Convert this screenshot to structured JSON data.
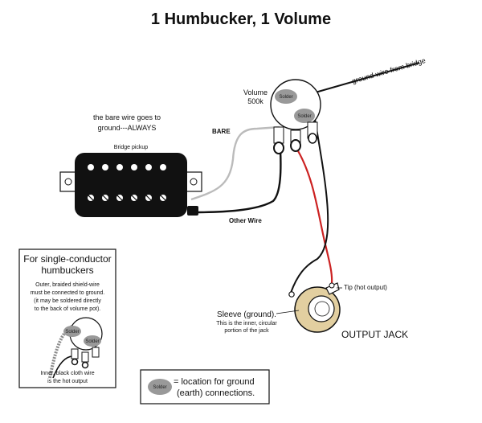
{
  "title": "1 Humbucker, 1 Volume",
  "pickup": {
    "label": "Bridge pickup"
  },
  "bare_note": [
    "the bare wire goes to",
    "ground---ALWAYS"
  ],
  "wires": {
    "bare": "BARE",
    "other": "Other Wire",
    "ground_from_bridge": "ground wire from bridge"
  },
  "volume": {
    "label_line1": "Volume",
    "label_line2": "500k"
  },
  "solder": "Solder",
  "jack": {
    "tip_label": "Tip (hot output)",
    "sleeve_lines": [
      "Sleeve (ground).",
      "This is the inner, circular",
      "portion of the jack"
    ],
    "title": "OUTPUT JACK"
  },
  "inset": {
    "heading": [
      "For single-conductor",
      "humbuckers"
    ],
    "outer_text": [
      "Outer, braided shield-wire",
      "must be connected to ground.",
      "(it may be soldered directly",
      "to the back of volume pot)."
    ],
    "inner_text": [
      "Inner, black cloth wire",
      "is the hot output"
    ]
  },
  "legend": {
    "lines": [
      "= location for ground",
      "(earth) connections."
    ]
  },
  "colors": {
    "hot_wire": "#cc2222",
    "bare_wire": "#bbbbbb",
    "solder_blob": "#999999",
    "jack_ring": "#e2cfa0",
    "pickup_body": "#111111"
  }
}
